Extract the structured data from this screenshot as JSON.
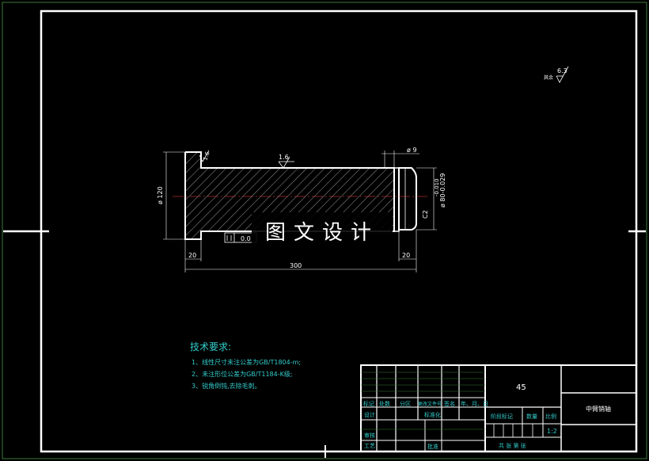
{
  "drawing": {
    "roughness_other": "其余",
    "roughness_other_value": "6.3",
    "roughness_a": "1.6",
    "roughness_b": "1.6",
    "dim_d9": "ø 9",
    "dim_d120": "ø 120",
    "dim_d80": "ø 80-0.029",
    "dim_d80_tol": "-0.010",
    "dim_c2": "C2",
    "dim_20_left": "20",
    "dim_20_right": "20",
    "dim_300": "300",
    "geom_tol": "0.0"
  },
  "watermark": "图文设计",
  "tech_req": {
    "title": "技术要求:",
    "items": [
      "1、线性尺寸未注公差为GB/T1804-m;",
      "2、未注形位公差为GB/T1184-K级;",
      "3、锐角倒钝,去除毛刺。"
    ]
  },
  "title_block": {
    "material": "45",
    "part_name": "中臂销轴",
    "h_mark": "标记",
    "h_count": "处数",
    "h_zone": "分区",
    "h_doc": "更改文件号",
    "h_sign": "签名",
    "h_date": "年、月、日",
    "design": "设计",
    "standard": "标准化",
    "stage_mark": "阶段标记",
    "weight": "数量",
    "scale": "比例",
    "scale_value": "1:2",
    "review": "审核",
    "process": "工艺",
    "approve": "批准",
    "sheets": "共  张  第  张"
  }
}
